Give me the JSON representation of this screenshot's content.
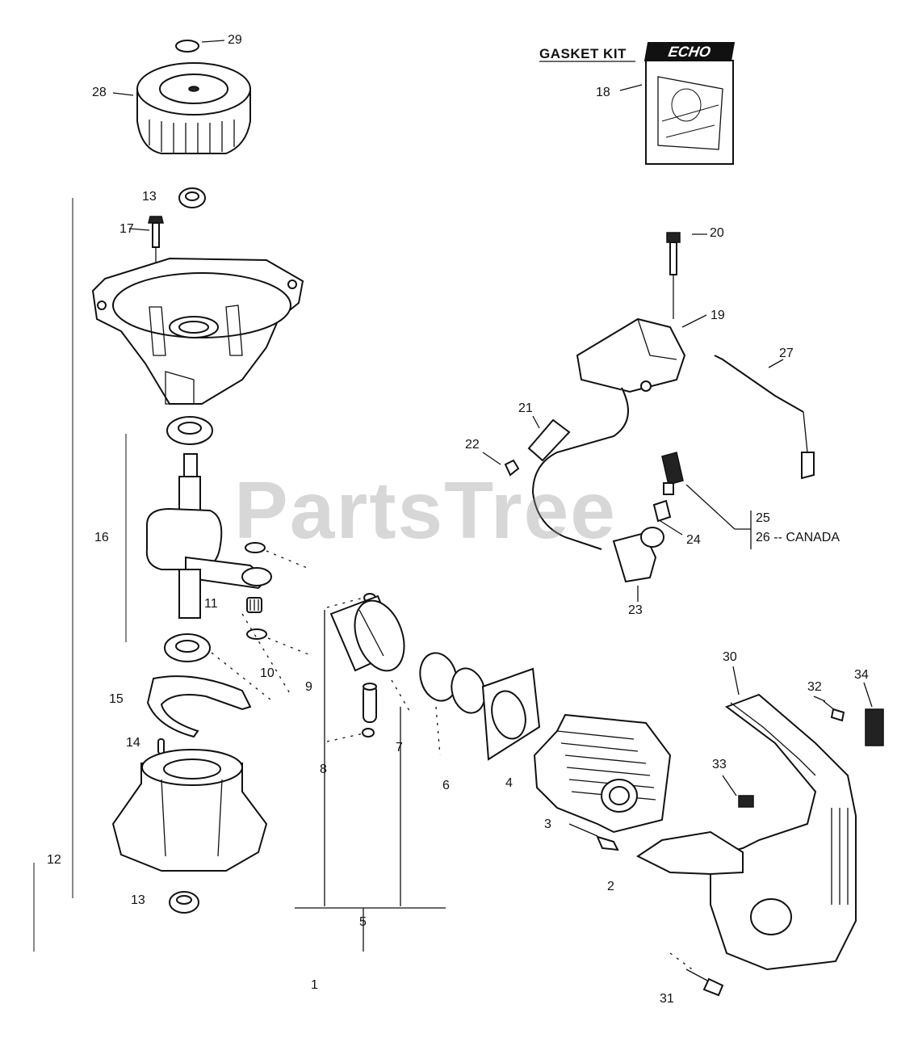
{
  "diagram": {
    "gasket_kit_label": "GASKET KIT",
    "brand_logo_text": "ECHO",
    "watermark": "PartsTree",
    "callouts": [
      {
        "id": "c1",
        "text": "1"
      },
      {
        "id": "c2",
        "text": "2"
      },
      {
        "id": "c3",
        "text": "3"
      },
      {
        "id": "c4",
        "text": "4"
      },
      {
        "id": "c5",
        "text": "5"
      },
      {
        "id": "c6",
        "text": "6"
      },
      {
        "id": "c7",
        "text": "7"
      },
      {
        "id": "c8",
        "text": "8"
      },
      {
        "id": "c9",
        "text": "9"
      },
      {
        "id": "c10",
        "text": "10"
      },
      {
        "id": "c11",
        "text": "11"
      },
      {
        "id": "c12",
        "text": "12"
      },
      {
        "id": "c13a",
        "text": "13"
      },
      {
        "id": "c13b",
        "text": "13"
      },
      {
        "id": "c14",
        "text": "14"
      },
      {
        "id": "c15",
        "text": "15"
      },
      {
        "id": "c16",
        "text": "16"
      },
      {
        "id": "c17",
        "text": "17"
      },
      {
        "id": "c18",
        "text": "18"
      },
      {
        "id": "c19",
        "text": "19"
      },
      {
        "id": "c20",
        "text": "20"
      },
      {
        "id": "c21",
        "text": "21"
      },
      {
        "id": "c22",
        "text": "22"
      },
      {
        "id": "c23",
        "text": "23"
      },
      {
        "id": "c24",
        "text": "24"
      },
      {
        "id": "c25",
        "text": "25"
      },
      {
        "id": "c26",
        "text": "26 -- CANADA"
      },
      {
        "id": "c27",
        "text": "27"
      },
      {
        "id": "c28",
        "text": "28"
      },
      {
        "id": "c29",
        "text": "29"
      },
      {
        "id": "c30",
        "text": "30"
      },
      {
        "id": "c31",
        "text": "31"
      },
      {
        "id": "c32",
        "text": "32"
      },
      {
        "id": "c33",
        "text": "33"
      },
      {
        "id": "c34",
        "text": "34"
      }
    ]
  }
}
